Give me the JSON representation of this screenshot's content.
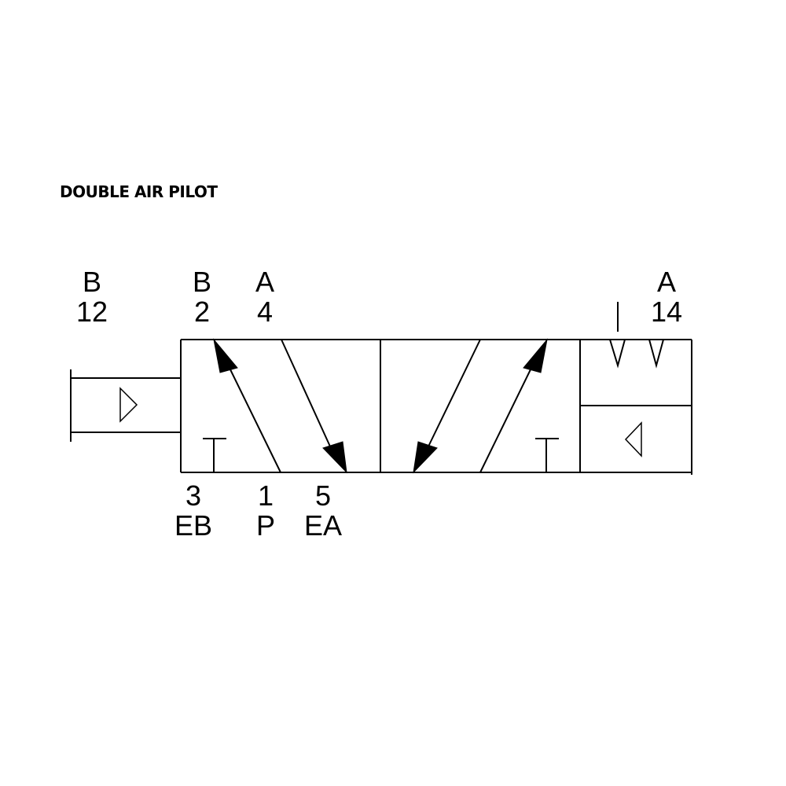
{
  "caption": "DOUBLE AIR PILOT",
  "ports_top": [
    {
      "id": "pilot-left",
      "letter": "B",
      "number": "12"
    },
    {
      "id": "port-b",
      "letter": "B",
      "number": "2"
    },
    {
      "id": "port-a",
      "letter": "A",
      "number": "4"
    },
    {
      "id": "pilot-right",
      "letter": "A",
      "number": "14"
    }
  ],
  "ports_bottom": [
    {
      "id": "port-eb",
      "number": "3",
      "letter": "EB"
    },
    {
      "id": "port-p",
      "number": "1",
      "letter": "P"
    },
    {
      "id": "port-ea",
      "number": "5",
      "letter": "EA"
    }
  ]
}
